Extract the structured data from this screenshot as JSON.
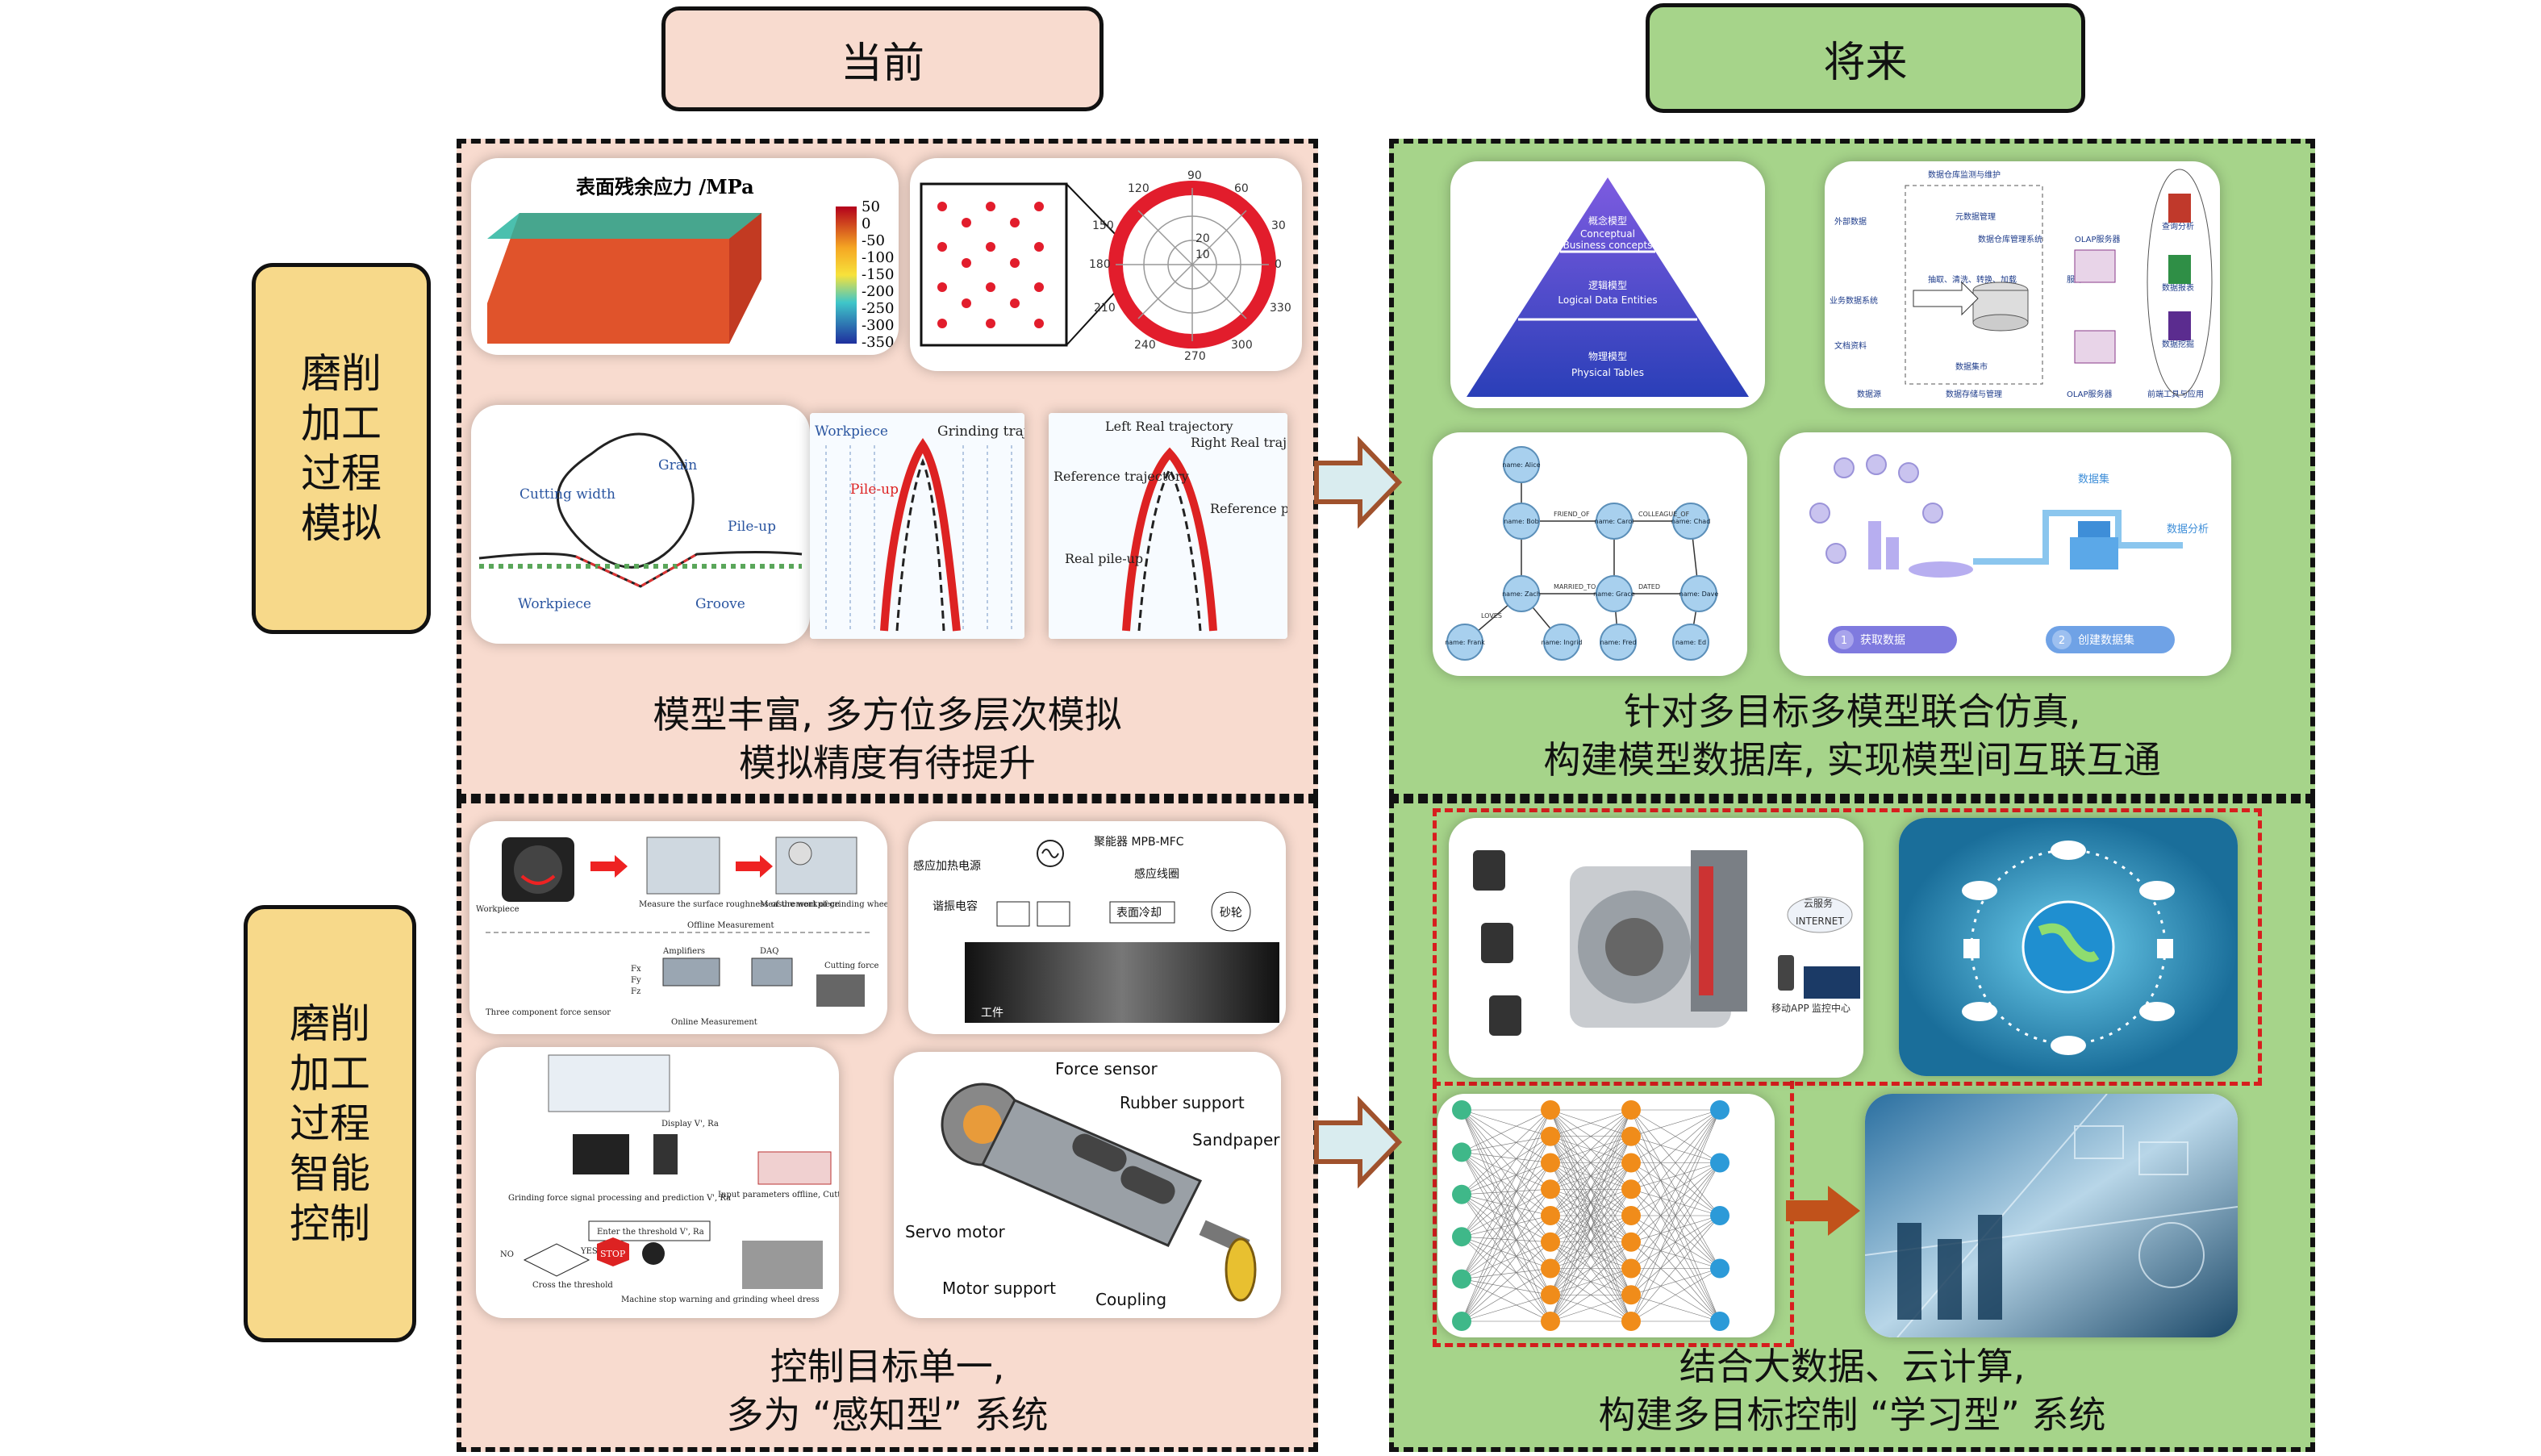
{
  "headers": {
    "current": "当前",
    "future": "将来"
  },
  "rows": {
    "simulation": {
      "label_lines": [
        "磨削",
        "加工",
        "过程",
        "模拟"
      ]
    },
    "control": {
      "label_lines": [
        "磨削",
        "加工",
        "过程",
        "智能",
        "控制"
      ]
    }
  },
  "captions": {
    "current_simulation": [
      "模型丰富, 多方位多层次模拟",
      "模拟精度有待提升"
    ],
    "future_simulation": [
      "针对多目标多模型联合仿真,",
      "构建模型数据库, 实现模型间互联互通"
    ],
    "current_control": [
      "控制目标单一,",
      "多为 “感知型” 系统"
    ],
    "future_control": [
      "结合大数据、云计算,",
      "构建多目标控制 “学习型” 系统"
    ]
  },
  "stress_map": {
    "title": "表面残余应力 /MPa",
    "scale": [
      "50",
      "0",
      "-50",
      "-100",
      "-150",
      "-200",
      "-250",
      "-300",
      "-350"
    ]
  },
  "polar": {
    "angles": [
      "90",
      "60",
      "30",
      "0",
      "330",
      "300",
      "270",
      "240",
      "210",
      "180",
      "150",
      "120"
    ],
    "radii": [
      "10",
      "20"
    ]
  },
  "groove": {
    "grain": "Grain",
    "cutting_width": "Cutting width",
    "pile_up": "Pile-up",
    "workpiece": "Workpiece",
    "groove": "Groove"
  },
  "trajectory1": {
    "workpiece": "Workpiece",
    "grinding": "Grinding trajectory",
    "pile_up": "Pile-up"
  },
  "trajectory2": {
    "left": "Left Real trajectory",
    "right": "Right Real trajectory",
    "reference": "Reference trajectory",
    "ref_pileup": "Reference pile-up",
    "real_pileup": "Real pile-up"
  },
  "pyramid": {
    "top": [
      "概念模型",
      "Conceptual",
      "Business concepts"
    ],
    "mid": [
      "逻辑模型",
      "Logical Data Entities"
    ],
    "bot": [
      "物理模型",
      "Physical Tables"
    ]
  },
  "warehouse": {
    "source1": "外部数据",
    "source2": "业务数据系统",
    "source3": "文档资料",
    "top": "数据仓库监测与维护",
    "meta": "元数据管理",
    "dw": "数据仓库管理系统",
    "mart": "数据集市",
    "etl": "抽取、清洗、转换、加载",
    "service": "服务",
    "olap": "OLAP服务器",
    "analysis": "查询分析",
    "report": "数据报表",
    "mining": "数据挖掘",
    "foot1": "数据源",
    "foot2": "数据存储与管理",
    "foot3": "OLAP服务器",
    "foot4": "前端工具与应用"
  },
  "graph": {
    "nodes": [
      "name: Alice",
      "name: Bob",
      "name: Carol",
      "name: Chad",
      "name: Zach",
      "name: Grace",
      "name: Dave",
      "name: Frank",
      "name: Ingrid",
      "name: Fred",
      "name: Ed"
    ],
    "rel": [
      "FRIEND_OF",
      "COLLEAGUE_OF",
      "MARRIED_TO",
      "DATED",
      "LOVES"
    ]
  },
  "pipeline": {
    "step1": "获取数据",
    "step2": "创建数据集",
    "step1_num": "1",
    "step2_num": "2",
    "data_label": "数据集",
    "analysis": "数据分析"
  },
  "monitor": {
    "workpiece": "Workpiece",
    "offline": "Offline Measurement",
    "online": "Online Measurement",
    "measure1": "Measure the surface roughness of the workpiece",
    "measure2": "Measurement of grinding wheel wear",
    "sensor": "Three component force sensor",
    "amplifiers": "Amplifiers",
    "daq": "DAQ",
    "cutting": "Cutting force",
    "fx": "Fx",
    "fy": "Fy",
    "fz": "Fz"
  },
  "heating": {
    "power": "感应加热电源",
    "converge": "聚能器 MPB-MFC",
    "coil": "感应线圈",
    "cap": "谐振电容",
    "cool": "表面冷却",
    "wheel": "砂轮",
    "work": "工件"
  },
  "flow": {
    "display": "Display V', Ra",
    "processing": "Grinding force signal processing and prediction V', Ra",
    "input": "Input parameters offline, Cutting mode parameter, Online measurement of cutting force",
    "enter": "Enter the threshold V', Ra",
    "no": "NO",
    "yes": "YES",
    "cross": "Cross the threshold",
    "stop": "STOP",
    "warn": "Machine stop warning and grinding wheel dress"
  },
  "device": {
    "force": "Force sensor",
    "rubber": "Rubber support",
    "sand": "Sandpaper",
    "servo": "Servo motor",
    "motor": "Motor support",
    "coupling": "Coupling"
  },
  "iot": {
    "cloud": "云服务",
    "internet": "INTERNET",
    "app": "移动APP",
    "center": "监控中心"
  },
  "colors": {
    "current_bg": "#f8dbcf",
    "future_bg": "#a6d48a",
    "side_bg": "#f7d98a",
    "red_dash": "#d81e1e",
    "arrow_fill": "#d9ecef",
    "arrow_stroke": "#a0522d"
  }
}
